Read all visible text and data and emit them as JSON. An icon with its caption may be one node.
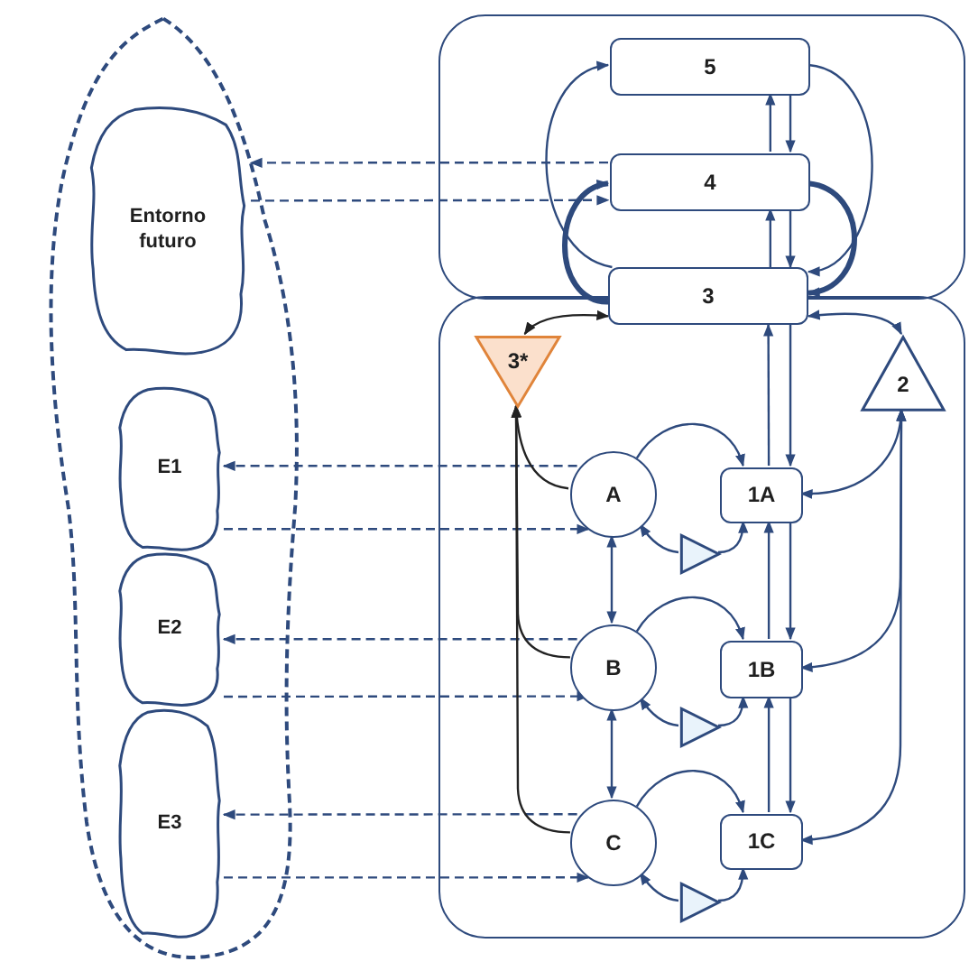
{
  "diagram": {
    "nodes": [
      {
        "text": [],
        "shape": "cloud"
      },
      {
        "text": [
          "Entorno futuro"
        ],
        "in": 0
      },
      {
        "text": [
          "E1"
        ],
        "in": 0
      },
      {
        "text": [
          "E2"
        ],
        "in": 0
      },
      {
        "text": [
          "E3"
        ],
        "in": 0
      },
      {
        "text": [],
        "shape": "box"
      },
      {
        "text": [],
        "shape": "box"
      },
      {
        "text": [
          "5"
        ],
        "in": 5
      },
      {
        "text": [
          "4"
        ],
        "in": 5
      },
      {
        "text": [
          "3"
        ]
      },
      {
        "text": [
          "3*"
        ],
        "in": 6
      },
      {
        "text": [
          "2"
        ],
        "in": 6
      },
      {
        "text": [
          "A"
        ],
        "in": 6
      },
      {
        "text": [
          "1A"
        ],
        "in": 6
      },
      {
        "text": [],
        "shape": "triangle",
        "in": 6
      },
      {
        "text": [
          "B"
        ],
        "in": 6
      },
      {
        "text": [
          "1B"
        ],
        "in": 6
      },
      {
        "text": [],
        "shape": "triangle",
        "in": 6
      },
      {
        "text": [
          "C"
        ],
        "in": 6
      },
      {
        "text": [
          "1C"
        ],
        "in": 6
      },
      {
        "text": [],
        "shape": "triangle",
        "in": 6
      }
    ],
    "edges": [
      {
        "from": 8,
        "to": 1,
        "arrow": "to",
        "style": "dashed"
      },
      {
        "from": 1,
        "to": 8,
        "arrow": "to",
        "style": "dashed"
      },
      {
        "from": 12,
        "to": 2,
        "arrow": "to",
        "style": "dashed"
      },
      {
        "from": 2,
        "to": 12,
        "arrow": "to",
        "style": "dashed"
      },
      {
        "from": 15,
        "to": 3,
        "arrow": "to",
        "style": "dashed"
      },
      {
        "from": 3,
        "to": 15,
        "arrow": "to",
        "style": "dashed"
      },
      {
        "from": 18,
        "to": 4,
        "arrow": "to",
        "style": "dashed"
      },
      {
        "from": 4,
        "to": 18,
        "arrow": "to",
        "style": "dashed"
      },
      {
        "from": 8,
        "to": 7,
        "arrow": "to"
      },
      {
        "from": 7,
        "to": 8,
        "arrow": "to"
      },
      {
        "from": 9,
        "to": 8,
        "arrow": "to"
      },
      {
        "from": 8,
        "to": 9,
        "arrow": "to"
      },
      {
        "from": 9,
        "to": 7,
        "arrow": "to"
      },
      {
        "from": 7,
        "to": 9,
        "arrow": "to"
      },
      {
        "from": 9,
        "to": 8,
        "arrow": "to",
        "style": "thick"
      },
      {
        "from": 8,
        "to": 9,
        "arrow": "to",
        "style": "thick"
      },
      {
        "from": 9,
        "to": 10,
        "arrow": "both",
        "color": "#222222"
      },
      {
        "from": 9,
        "to": 11,
        "arrow": "both"
      },
      {
        "from": 13,
        "to": 9,
        "arrow": "to"
      },
      {
        "from": 9,
        "to": 13,
        "arrow": "to"
      },
      {
        "from": 16,
        "to": 13,
        "arrow": "to"
      },
      {
        "from": 13,
        "to": 16,
        "arrow": "to"
      },
      {
        "from": 19,
        "to": 16,
        "arrow": "to"
      },
      {
        "from": 16,
        "to": 19,
        "arrow": "to"
      },
      {
        "from": 12,
        "to": 15,
        "arrow": "both"
      },
      {
        "from": 15,
        "to": 18,
        "arrow": "both"
      },
      {
        "from": 12,
        "to": 13,
        "arrow": "to"
      },
      {
        "from": 14,
        "to": 12,
        "arrow": "to"
      },
      {
        "from": 14,
        "to": 13,
        "arrow": "to"
      },
      {
        "from": 15,
        "to": 16,
        "arrow": "to"
      },
      {
        "from": 17,
        "to": 15,
        "arrow": "to"
      },
      {
        "from": 17,
        "to": 16,
        "arrow": "to"
      },
      {
        "from": 18,
        "to": 19,
        "arrow": "to"
      },
      {
        "from": 20,
        "to": 18,
        "arrow": "to"
      },
      {
        "from": 20,
        "to": 19,
        "arrow": "to"
      },
      {
        "from": 12,
        "to": 10,
        "arrow": "to",
        "color": "#222222"
      },
      {
        "from": 15,
        "to": 10,
        "arrow": "to",
        "color": "#222222"
      },
      {
        "from": 18,
        "to": 10,
        "arrow": "to",
        "color": "#222222"
      },
      {
        "from": 13,
        "to": 11,
        "arrow": "both"
      },
      {
        "from": 16,
        "to": 11,
        "arrow": "both"
      },
      {
        "from": 19,
        "to": 11,
        "arrow": "both"
      }
    ]
  }
}
